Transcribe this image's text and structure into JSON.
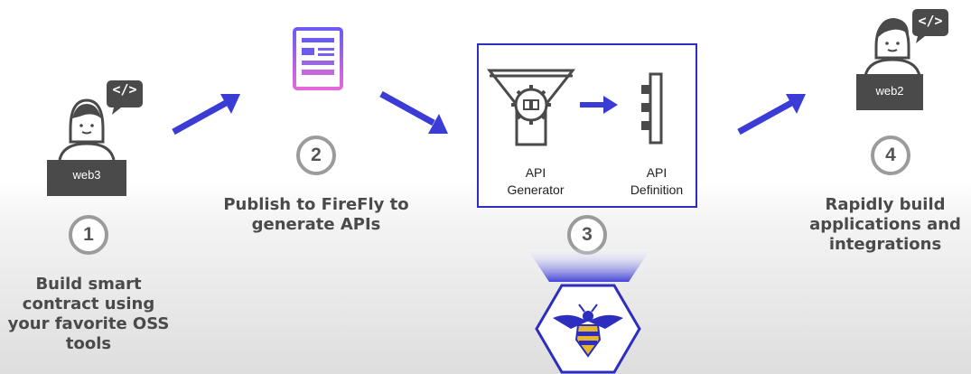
{
  "steps": [
    {
      "number": "1",
      "caption_lines": [
        "Build smart",
        "contract using",
        "your favorite OSS",
        "tools"
      ],
      "laptop_label": "web3"
    },
    {
      "number": "2",
      "caption_lines": [
        "Publish to FireFly to",
        "generate APIs"
      ]
    },
    {
      "number": "3",
      "generator_label_lines": [
        "API",
        "Generator"
      ],
      "definition_label_lines": [
        "API",
        "Definition"
      ]
    },
    {
      "number": "4",
      "caption_lines": [
        "Rapidly build",
        "applications and",
        "integrations"
      ],
      "laptop_label": "web2"
    }
  ],
  "code_bubble_text": "</>",
  "colors": {
    "accent": "#3b3bd6",
    "badge_border": "#9b9b9b",
    "caption": "#4a4a4a",
    "laptop": "#4a4a4a"
  },
  "icons": [
    "developer-web3-icon",
    "document-icon",
    "funnel-gear-icon",
    "api-definition-icon",
    "firefly-bee-icon",
    "developer-web2-icon"
  ]
}
